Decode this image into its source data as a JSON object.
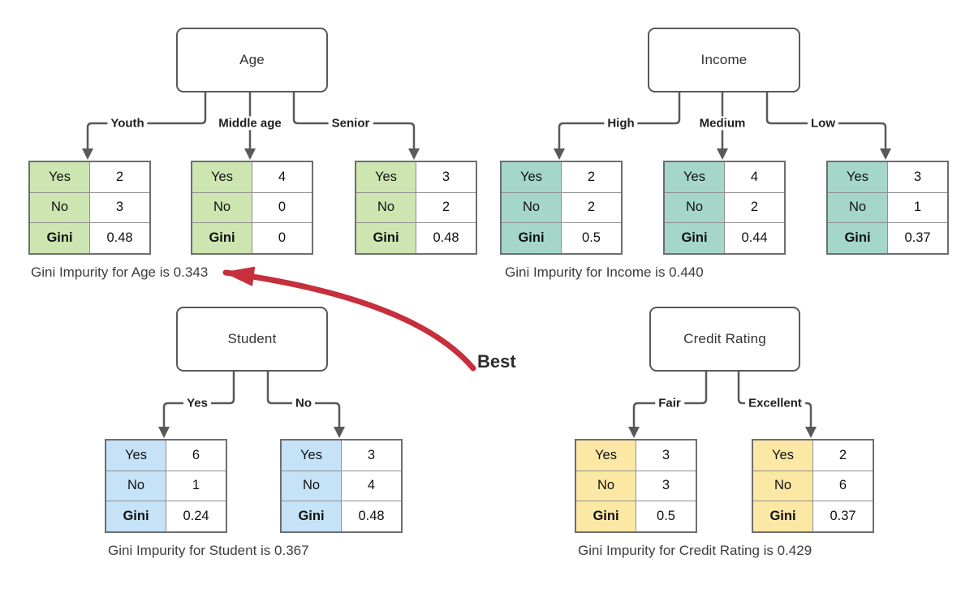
{
  "row_labels": {
    "yes": "Yes",
    "no": "No",
    "gini": "Gini"
  },
  "annotation": {
    "best": "Best"
  },
  "panels": {
    "age": {
      "title": "Age",
      "caption": "Gini Impurity for Age is 0.343",
      "branches": [
        {
          "label": "Youth",
          "yes": "2",
          "no": "3",
          "gini": "0.48"
        },
        {
          "label": "Middle age",
          "yes": "4",
          "no": "0",
          "gini": "0"
        },
        {
          "label": "Senior",
          "yes": "3",
          "no": "2",
          "gini": "0.48"
        }
      ]
    },
    "income": {
      "title": "Income",
      "caption": "Gini Impurity for Income is 0.440",
      "branches": [
        {
          "label": "High",
          "yes": "2",
          "no": "2",
          "gini": "0.5"
        },
        {
          "label": "Medium",
          "yes": "4",
          "no": "2",
          "gini": "0.44"
        },
        {
          "label": "Low",
          "yes": "3",
          "no": "1",
          "gini": "0.37"
        }
      ]
    },
    "student": {
      "title": "Student",
      "caption": "Gini Impurity for Student is 0.367",
      "branches": [
        {
          "label": "Yes",
          "yes": "6",
          "no": "1",
          "gini": "0.24"
        },
        {
          "label": "No",
          "yes": "3",
          "no": "4",
          "gini": "0.48"
        }
      ]
    },
    "credit": {
      "title": "Credit Rating",
      "caption": "Gini Impurity for Credit Rating is 0.429",
      "branches": [
        {
          "label": "Fair",
          "yes": "3",
          "no": "3",
          "gini": "0.5"
        },
        {
          "label": "Excellent",
          "yes": "2",
          "no": "6",
          "gini": "0.37"
        }
      ]
    }
  },
  "colors": {
    "age_header": "#cde6b1",
    "income_header": "#a4d7c9",
    "student_header": "#c5e2f6",
    "credit_header": "#fce8a5",
    "connector": "#595959",
    "arrow": "#c62f3b"
  }
}
